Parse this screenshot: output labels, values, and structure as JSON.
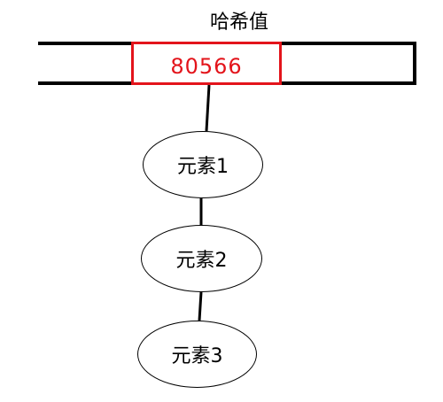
{
  "diagram": {
    "title": "哈希值",
    "hash_value": "80566",
    "accent_color": "#e3141b",
    "nodes": [
      {
        "label": "元素1"
      },
      {
        "label": "元素2"
      },
      {
        "label": "元素3"
      }
    ]
  }
}
